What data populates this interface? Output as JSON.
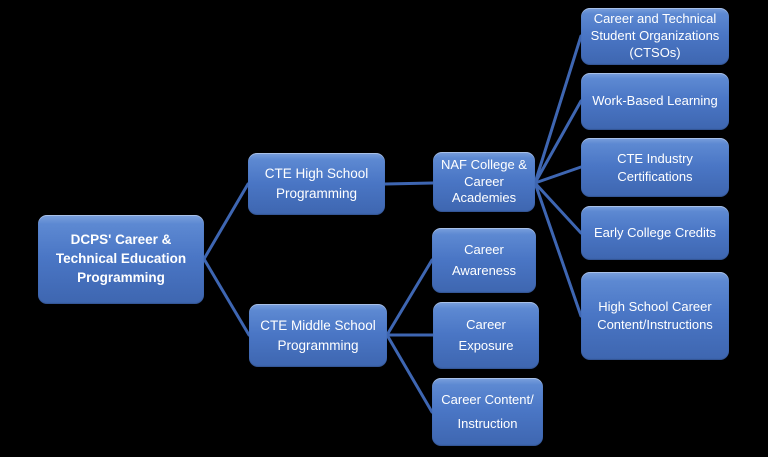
{
  "diagram": {
    "description": "DCPS Career and Technical Education Programming hierarchy diagram",
    "nodes": {
      "root": {
        "label": "DCPS' Career & Technical Education Programming"
      },
      "cte_high": {
        "label": "CTE High School Programming"
      },
      "cte_middle": {
        "label": "CTE Middle School Programming"
      },
      "naf": {
        "label": "NAF College & Career Academies"
      },
      "awareness": {
        "label": "Career Awareness"
      },
      "exposure": {
        "label": "Career Exposure"
      },
      "content": {
        "label": "Career Content/ Instruction"
      },
      "ctsos": {
        "label": "Career and Technical Student Organizations (CTSOs)"
      },
      "wbl": {
        "label": "Work-Based Learning"
      },
      "industry": {
        "label": "CTE Industry Certifications"
      },
      "early": {
        "label": "Early College Credits"
      },
      "hs_career": {
        "label": "High School Career Content/Instructions"
      }
    },
    "edges": [
      {
        "from": "root",
        "to": "cte_high"
      },
      {
        "from": "root",
        "to": "cte_middle"
      },
      {
        "from": "cte_high",
        "to": "naf"
      },
      {
        "from": "naf",
        "to": "ctsos"
      },
      {
        "from": "naf",
        "to": "wbl"
      },
      {
        "from": "naf",
        "to": "industry"
      },
      {
        "from": "naf",
        "to": "early"
      },
      {
        "from": "naf",
        "to": "hs_career"
      },
      {
        "from": "cte_middle",
        "to": "awareness"
      },
      {
        "from": "cte_middle",
        "to": "exposure"
      },
      {
        "from": "cte_middle",
        "to": "content"
      }
    ]
  },
  "colors": {
    "background": "#000000",
    "node_fill_top": "#7ba0dd",
    "node_fill_bottom": "#3e66b0",
    "connector_color": "#3e66b2",
    "text_color": "#ffffff"
  }
}
